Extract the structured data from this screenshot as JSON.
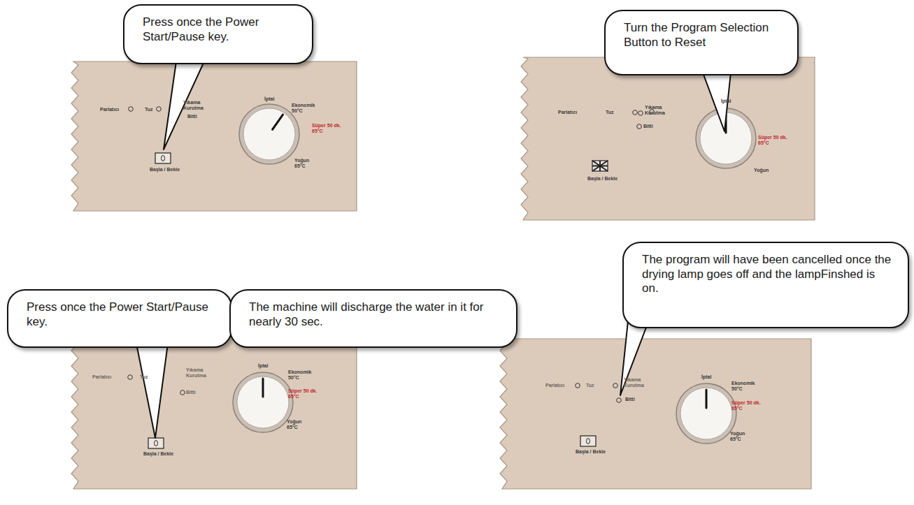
{
  "diagram": {
    "nodes": [
      {
        "text": [
          "Press once the Power Start/Pause key."
        ]
      },
      {
        "text": [
          "Turn the Program Selection Button to Reset"
        ]
      },
      {
        "text": [
          "Press once the Power Start/Pause key."
        ]
      },
      {
        "text": [
          "The machine will discharge the water in it for nearly 30 sec."
        ]
      },
      {
        "text": [
          "The program will have been cancelled once the drying lamp goes off and the lampFinshed is on."
        ]
      }
    ],
    "labels": [
      "Parlatıcı",
      "Tuz",
      "Yıkama Kurutma",
      "Bitti",
      "Başla / Bekle",
      "İptal",
      "Ekonomik 50°C",
      "Süper 50 dk. 65°C",
      "Yoğun 65°C",
      "Parlatıcı",
      "Tuz",
      "Yıkama Kurutma",
      "Bitti",
      "Başla / Bekle",
      "İptal",
      "Süper 50 dk. 65°C",
      "Yoğun",
      "Parlatıcı",
      "Tuz",
      "Yıkama Kurutma",
      "Bitti",
      "Başla / Bekle",
      "İptal",
      "Ekonomik 50°C",
      "Süper 50 dk. 65°C",
      "Yoğun 65°C",
      "Parlatıcı",
      "Tuz",
      "Yıkama Kurutma",
      "Bitti",
      "Başla / Bekle",
      "İptal",
      "Ekonomik 50°C",
      "Süper 50 dk. 65°C",
      "Yoğun 65°C"
    ]
  }
}
